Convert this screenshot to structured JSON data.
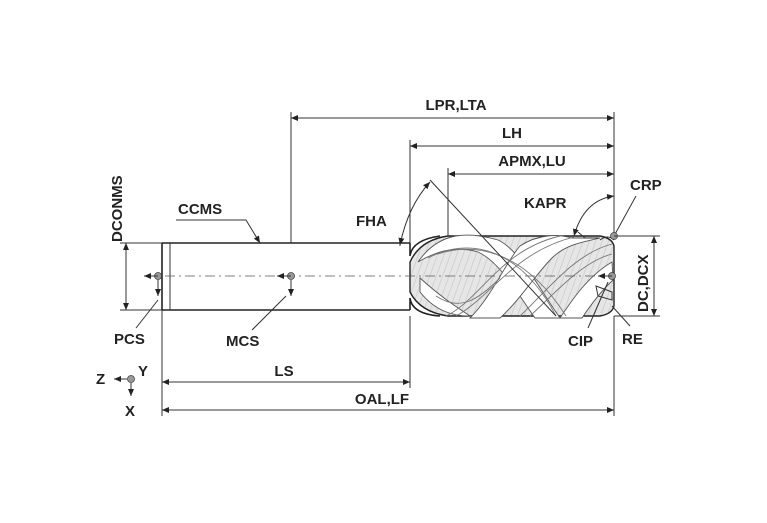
{
  "labels": {
    "lpr_lta": "LPR,LTA",
    "lh": "LH",
    "apmx_lu": "APMX,LU",
    "crp": "CRP",
    "kapr": "KAPR",
    "dconms": "DCONMS",
    "ccms": "CCMS",
    "fha": "FHA",
    "dc_dcx": "DC,DCX",
    "pcs": "PCS",
    "mcs": "MCS",
    "cip": "CIP",
    "re": "RE",
    "ls": "LS",
    "oal_lf": "OAL,LF",
    "axis_z": "Z",
    "axis_y": "Y",
    "axis_x": "X"
  },
  "colors": {
    "line": "#222222",
    "flute_fill": "#dcdcdc",
    "point": "#999999"
  }
}
